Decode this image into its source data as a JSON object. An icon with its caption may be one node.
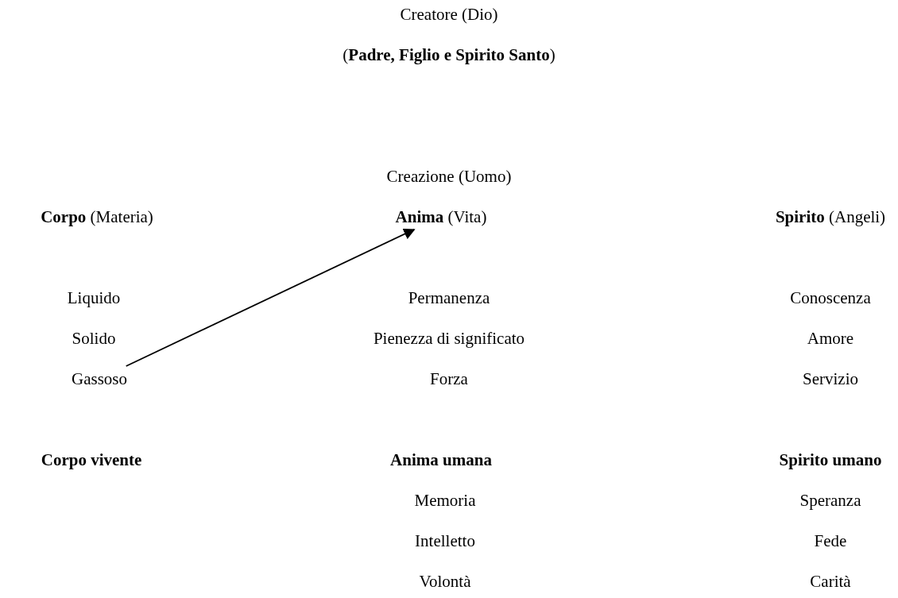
{
  "diagram": {
    "nodes": [
      {
        "text": [
          "**Anima** (Vita)"
        ]
      },
      {
        "text": [
          "Gassoso"
        ]
      }
    ],
    "edges": [
      {
        "from": 1,
        "to": 0,
        "arrow": "to"
      }
    ],
    "labels": [
      "Creatore (Dio)",
      "(**Padre, Figlio e Spirito Santo**)",
      "Creazione (Uomo)",
      "**Corpo** (Materia)",
      "**Spirito** (Angeli)",
      "Liquido",
      "Permanenza",
      "Conoscenza",
      "Solido",
      "Pienezza di significato",
      "Amore",
      "Forza",
      "Servizio",
      "Corpo vivente",
      "Anima umana",
      "Spirito umano",
      "Memoria",
      "Speranza",
      "Intelletto",
      "Fede",
      "Volontà",
      "Carità"
    ]
  }
}
